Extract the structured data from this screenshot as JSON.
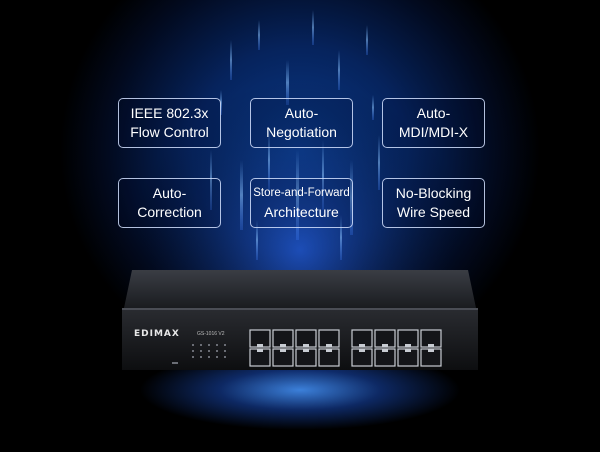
{
  "features": [
    {
      "line1": "IEEE 802.3x",
      "line2": "Flow Control"
    },
    {
      "line1": "Auto-",
      "line2": "Negotiation"
    },
    {
      "line1": "Auto-",
      "line2": "MDI/MDI-X"
    },
    {
      "line1": "Auto-",
      "line2": "Correction"
    },
    {
      "line1": "Store-and-Forward",
      "line2": "Architecture"
    },
    {
      "line1": "No-Blocking",
      "line2": "Wire Speed"
    }
  ],
  "device": {
    "brand": "EDIMAX",
    "model": "GS-1016 V2"
  },
  "colors": {
    "background": "#000000",
    "glow": "#1e5adc",
    "box_border": "#d2e1ff"
  }
}
